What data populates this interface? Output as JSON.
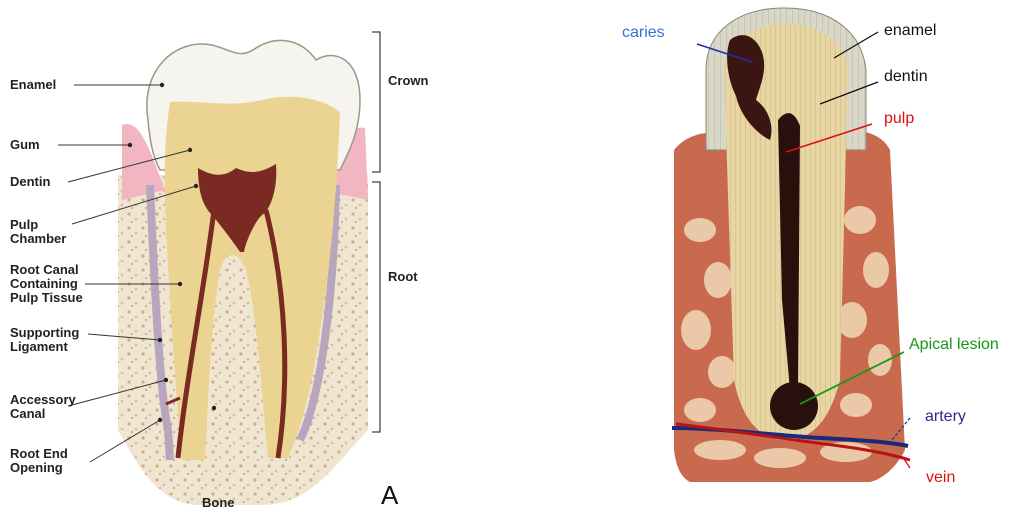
{
  "left_diagram": {
    "labels": {
      "enamel": "Enamel",
      "gum": "Gum",
      "dentin": "Dentin",
      "pulp_chamber": "Pulp\nChamber",
      "root_canal": "Root Canal\nContaining\nPulp Tissue",
      "supporting_ligament": "Supporting\nLigament",
      "accessory_canal": "Accessory\nCanal",
      "root_end_opening": "Root End\nOpening",
      "bone": "Bone"
    },
    "brackets": {
      "crown": "Crown",
      "root": "Root"
    },
    "panel_letter": "A"
  },
  "right_diagram": {
    "labels": {
      "caries": "caries",
      "enamel": "enamel",
      "dentin": "dentin",
      "pulp": "pulp",
      "apical_lesion": "Apical lesion",
      "artery": "artery",
      "vein": "vein"
    },
    "colors": {
      "caries": "#3a6fd8",
      "enamel": "#111111",
      "dentin": "#111111",
      "pulp": "#e01010",
      "apical_lesion": "#139a13",
      "artery": "#2a2a8a",
      "vein": "#e01010"
    }
  }
}
